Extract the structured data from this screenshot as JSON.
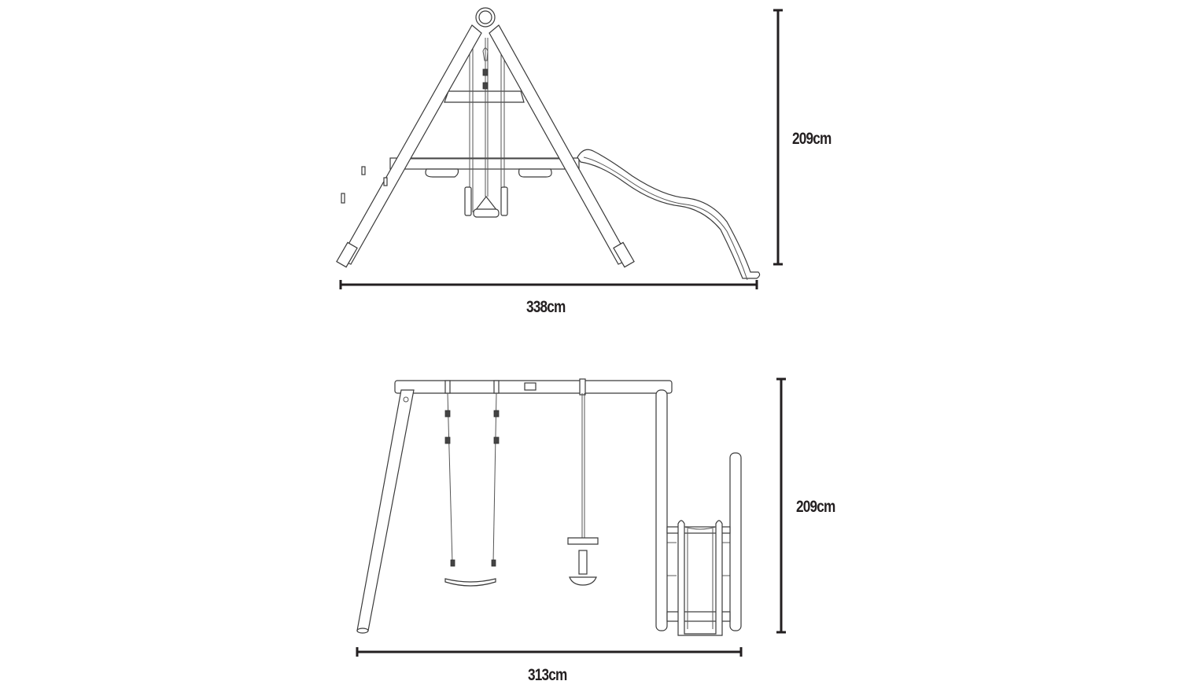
{
  "diagram": {
    "subject": "swing set with glider and slide",
    "views": [
      {
        "name": "side-view",
        "dimensions": {
          "height_label": "209cm",
          "width_label": "338cm"
        }
      },
      {
        "name": "front-view",
        "dimensions": {
          "height_label": "209cm",
          "width_label": "313cm"
        }
      }
    ],
    "colors": {
      "line": "#3a3a3a",
      "dimension": "#231f20",
      "background": "#ffffff"
    }
  }
}
